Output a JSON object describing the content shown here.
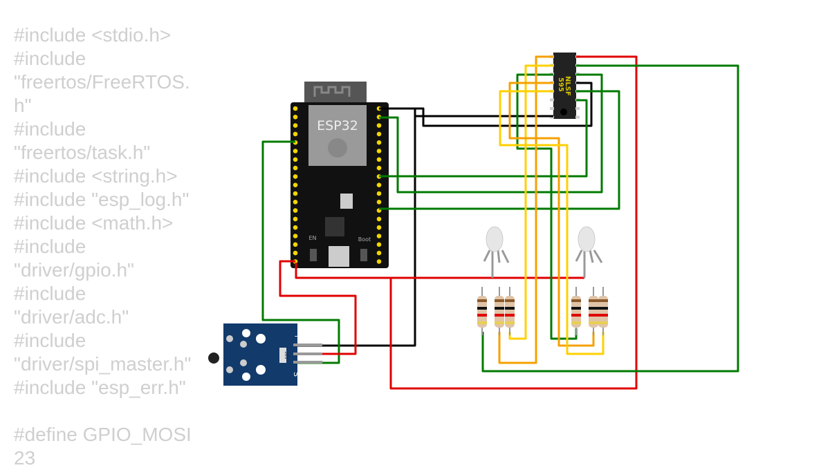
{
  "code": {
    "lines": [
      "#include <stdio.h>",
      "#include \"freertos/FreeRTOS.h\"",
      "#include \"freertos/task.h\"",
      "#include <string.h>",
      "#include \"esp_log.h\"",
      "#include <math.h>",
      "#include \"driver/gpio.h\"",
      "#include \"driver/adc.h\"",
      "#include \"driver/spi_master.h\"",
      "#include \"esp_err.h\"",
      "",
      "#define GPIO_MOSI 23"
    ]
  },
  "components": {
    "esp32": {
      "label": "ESP32",
      "boot_label": "Boot",
      "en_label": "EN"
    },
    "shift_register": {
      "label_line1": "NLSF",
      "label_line2": "595"
    },
    "temp_sensor": {
      "minus_label": "-",
      "signal_label": "S",
      "resistor_label": "103"
    }
  },
  "wire_colors": {
    "black": "#000000",
    "red": "#e00000",
    "green": "#007a00",
    "yellow": "#ffd000",
    "orange": "#f5a000"
  }
}
